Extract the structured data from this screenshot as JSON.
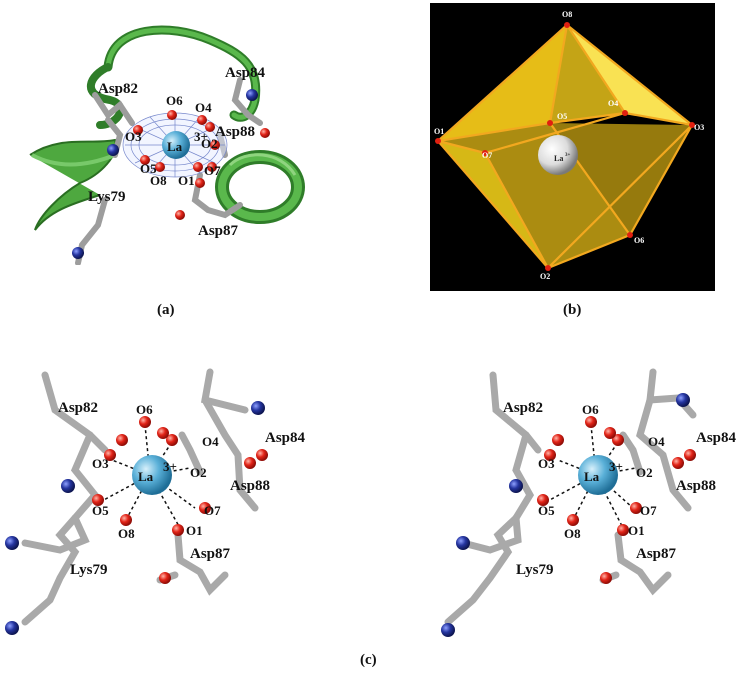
{
  "panel_a": {
    "caption": "(a)",
    "ion": "La",
    "ion_charge": "3+",
    "residues": [
      "Asp82",
      "Asp84",
      "Asp88",
      "Lys79",
      "Asp87"
    ],
    "oxygens": [
      "O6",
      "O4",
      "O3",
      "O2",
      "O5",
      "O8",
      "O1",
      "O7"
    ]
  },
  "panel_b": {
    "caption": "(b)",
    "ion": "La",
    "ion_charge": "3+",
    "vertices": [
      "O8",
      "O5",
      "O4",
      "O1",
      "O7",
      "O3",
      "O6",
      "O2"
    ]
  },
  "panel_c": {
    "caption": "(c)",
    "ion": "La",
    "ion_charge": "3+",
    "residues": [
      "Asp82",
      "Asp84",
      "Asp88",
      "Asp87",
      "Lys79"
    ],
    "oxygens": [
      "O6",
      "O4",
      "O3",
      "O2",
      "O5",
      "O8",
      "O7",
      "O1"
    ]
  },
  "colors": {
    "ribbon": "#3e9a34",
    "oxygen": "#e0211a",
    "nitrogen": "#1f2f8f",
    "carbon": "#a8a8a8",
    "ion": "#4aa3cf",
    "polyhedron": "#e3c51a",
    "edge": "#f0a020"
  }
}
